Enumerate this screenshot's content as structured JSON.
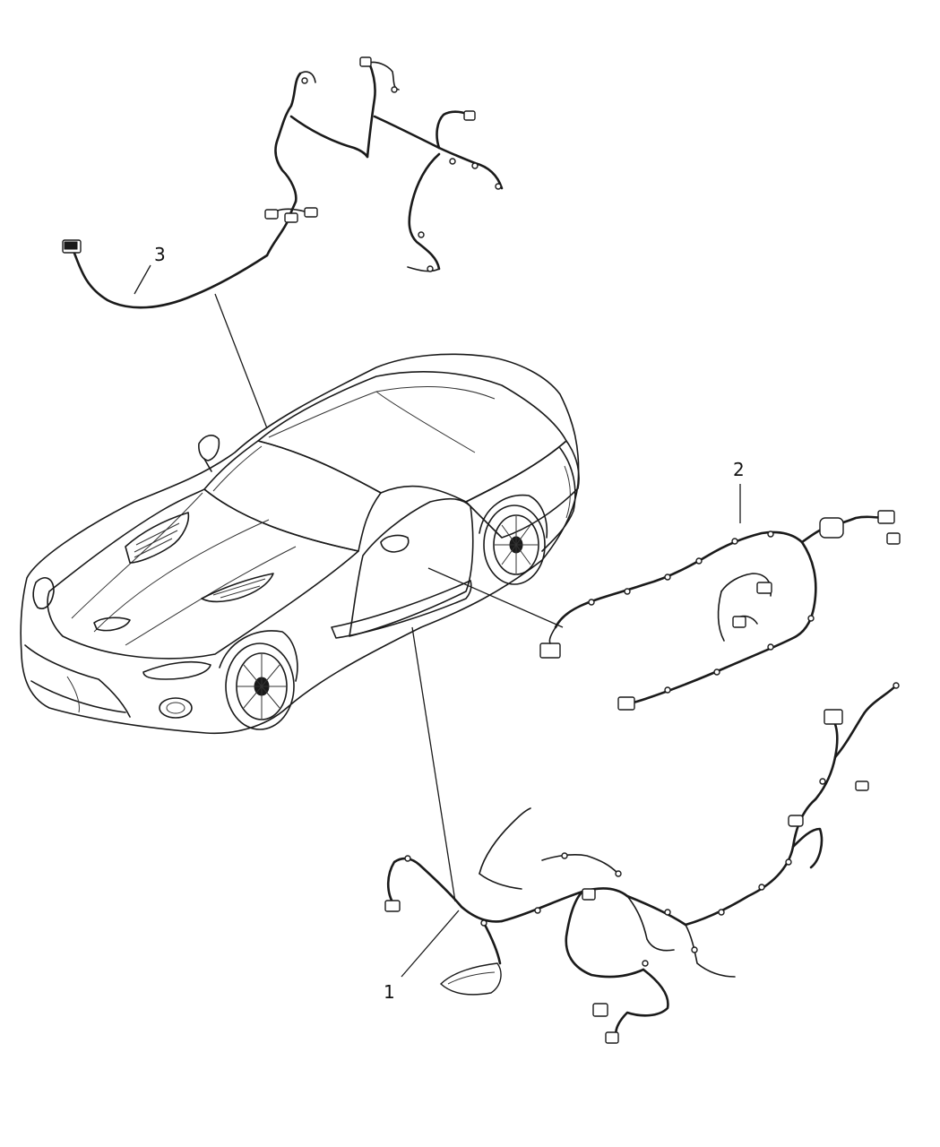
{
  "diagram": {
    "callouts": [
      {
        "id": "harness-3",
        "label": "3"
      },
      {
        "id": "harness-2",
        "label": "2"
      },
      {
        "id": "harness-1",
        "label": "1"
      }
    ]
  }
}
